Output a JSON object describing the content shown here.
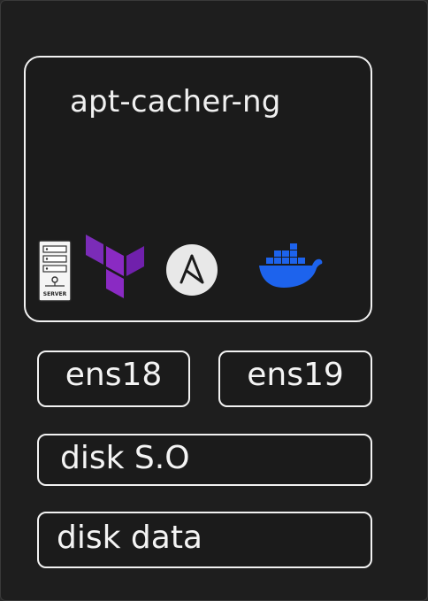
{
  "vm": {
    "title": "apt-cacher-ng",
    "server_caption": "SERVER",
    "icons": [
      "server-icon",
      "terraform-icon",
      "ansible-icon",
      "docker-icon"
    ],
    "ansible_letter": "A"
  },
  "interfaces": [
    {
      "label": "ens18"
    },
    {
      "label": "ens19"
    }
  ],
  "disks": [
    {
      "label": "disk S.O"
    },
    {
      "label": "disk data"
    }
  ],
  "colors": {
    "background": "#1e1e1e",
    "stroke": "#f2f2f2",
    "terraform": "#8a2ac3",
    "docker": "#1d63ed",
    "ansible_bg": "#e8e8e8"
  }
}
